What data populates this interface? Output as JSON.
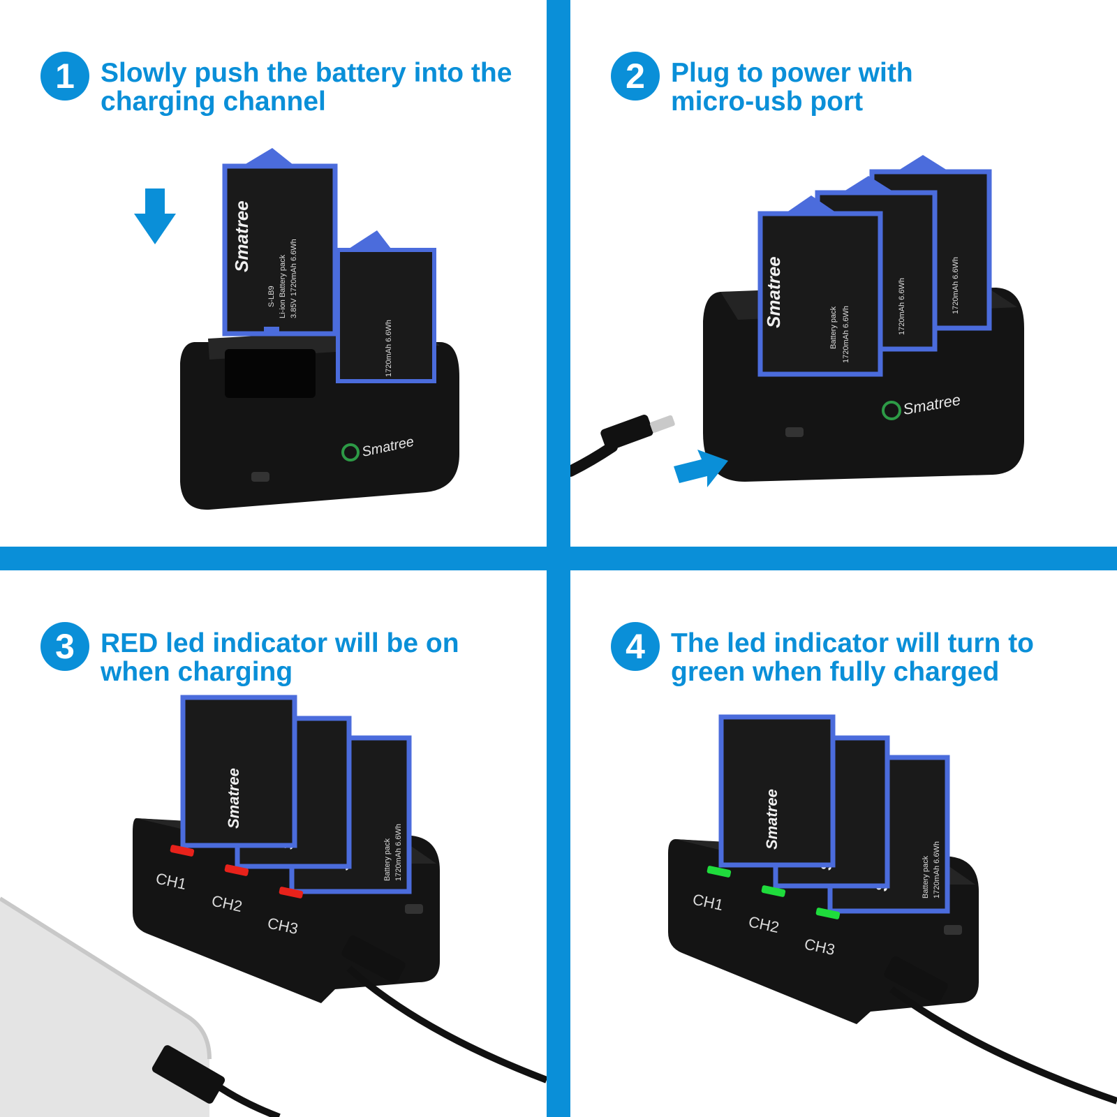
{
  "brand": {
    "name": "Smatree",
    "accent_color": "#0a8fd8",
    "battery_blue": "#4b6cdc",
    "body_color": "#111111"
  },
  "steps": [
    {
      "number": "1",
      "lines": [
        "Slowly push the battery into the",
        "charging channel"
      ]
    },
    {
      "number": "2",
      "lines": [
        "Plug to power with",
        "micro-usb port"
      ]
    },
    {
      "number": "3",
      "lines": [
        "RED led indicator will be on",
        "when charging"
      ]
    },
    {
      "number": "4",
      "lines": [
        "The led indicator will turn to",
        "green when fully charged"
      ]
    }
  ],
  "battery_label": {
    "model": "S-LB9",
    "type": "Li-ion Battery pack",
    "spec": "3.85V 1720mAh 6.6Wh",
    "spec_short": "1720mAh 6.6Wh",
    "pack": "Battery pack"
  },
  "channels": [
    "CH1",
    "CH2",
    "CH3"
  ],
  "led_colors": {
    "charging": "#e8221b",
    "charged": "#1fdc3c"
  }
}
